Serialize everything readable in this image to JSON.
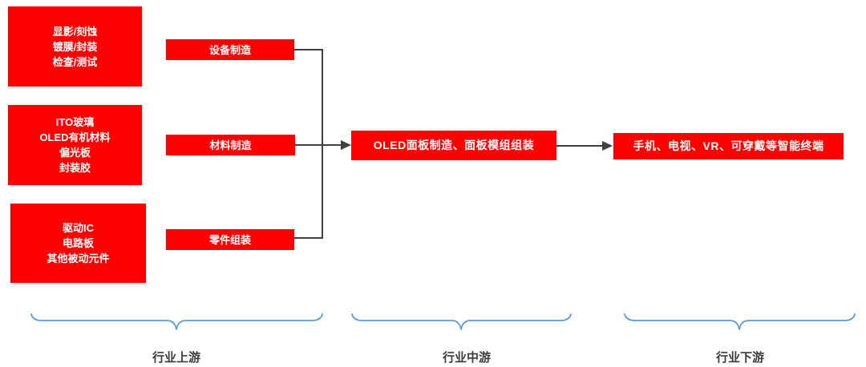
{
  "diagram": {
    "upstream_boxes": [
      {
        "name": "fab-processes",
        "lines": [
          "显影/刻蚀",
          "镀膜/封装",
          "检查/测试"
        ]
      },
      {
        "name": "materials",
        "lines": [
          "ITO玻璃",
          "OLED有机材料",
          "偏光板",
          "封装胶"
        ]
      },
      {
        "name": "components",
        "lines": [
          "驱动IC",
          "电路板",
          "其他被动元件"
        ]
      }
    ],
    "process_boxes": [
      {
        "label": "设备制造"
      },
      {
        "label": "材料制造"
      },
      {
        "label": "零件组装"
      }
    ],
    "midstream_box": {
      "label": "OLED面板制造、面板模组组装"
    },
    "downstream_box": {
      "label": "手机、电视、VR、可穿戴等智能终端"
    },
    "stage_labels": {
      "upstream": "行业上游",
      "midstream": "行业中游",
      "downstream": "行业下游"
    },
    "colors": {
      "box_red": "#fe0000",
      "box_text": "#ffffff",
      "connector_gray": "#404040",
      "brace_blue": "#5b9bd5",
      "label_dark": "#3b3b3b"
    }
  }
}
